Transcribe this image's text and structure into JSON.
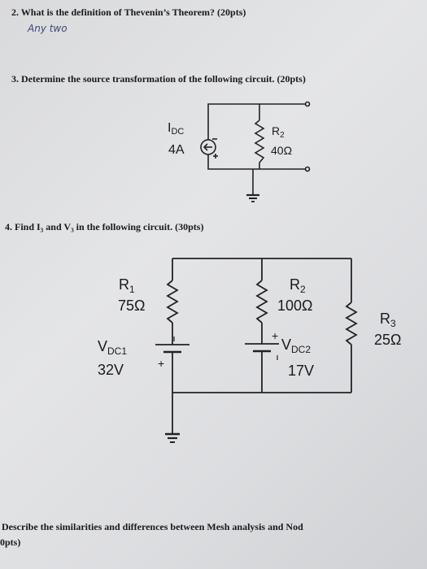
{
  "questions": {
    "q2": "2.  What is the definition of Thevenin’s Theorem? (20pts)",
    "q2_answer": "Any two",
    "q3": "3.  Determine the source transformation of the following circuit. (20pts)",
    "q4": "4.  Find I₃ and V₃ in the following circuit. (30pts)",
    "q5_line1": "Describe the similarities and differences between Mesh analysis and Nod",
    "q5_line2": "0pts)"
  },
  "circuit1": {
    "source_name": "I",
    "source_sub": "DC",
    "source_value": "4A",
    "res_name": "R",
    "res_sub": "2",
    "res_value": "40Ω"
  },
  "circuit2": {
    "r1_name": "R",
    "r1_sub": "1",
    "r1_value": "75Ω",
    "r2_name": "R",
    "r2_sub": "2",
    "r2_value": "100Ω",
    "r3_name": "R",
    "r3_sub": "3",
    "r3_value": "25Ω",
    "v1_name": "V",
    "v1_sub": "DC1",
    "v1_value": "32V",
    "v2_name": "V",
    "v2_sub": "DC2",
    "v2_value": "17V",
    "plus": "+"
  }
}
